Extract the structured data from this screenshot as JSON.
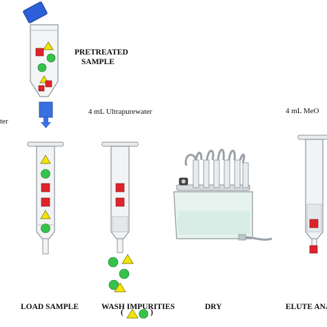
{
  "labels": {
    "pretreated_line1": "PRETREATED",
    "pretreated_line2": "SAMPLE",
    "cond_cut": "ter",
    "wash_solvent": "4 mL Ultrapurewater",
    "elute_solvent_cut": "4 mL MeO",
    "step_load": "LOAD SAMPLE",
    "step_wash": "WASH IMPURITIES",
    "step_wash_paren_open": "(",
    "step_wash_paren_close": ")",
    "step_dry": "DRY",
    "step_elute_cut": "ELUTE ANA"
  },
  "colors": {
    "square_red": "#e0232b",
    "circle_green": "#35c24a",
    "triangle_yellow": "#f2e600",
    "glass": "#eef1f3",
    "glass_stroke": "#8e959b",
    "cap_blue": "#2d5fd8",
    "arrow_blue": "#3a6fe0"
  }
}
